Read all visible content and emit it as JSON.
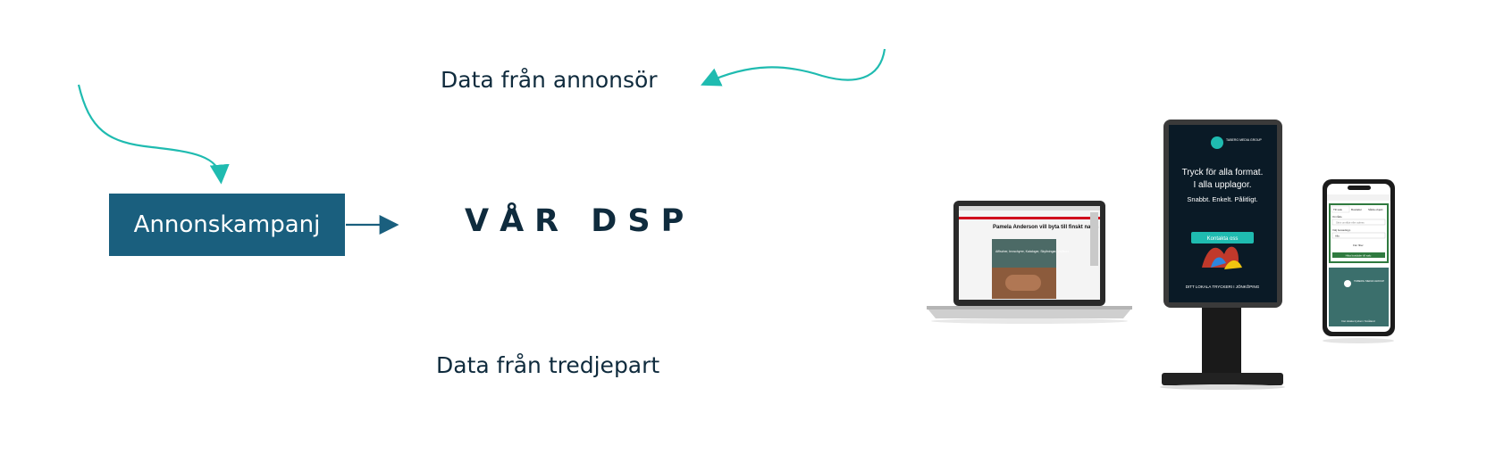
{
  "diagram": {
    "data_advertiser": "Data från annonsör",
    "data_thirdparty": "Data från tredjepart",
    "dsp_title": "VÅR DSP",
    "campaign_box": "Annonskampanj"
  },
  "laptop_screen": {
    "headline": "Pamela Anderson vill byta till finskt namn",
    "ad_text": "Affischer, broschyrer, Kataloger, Skyltningar, Visitkort"
  },
  "kiosk_screen": {
    "brand": "TABERG MEDIA GROUP",
    "headline_1": "Tryck för alla format.",
    "headline_2": "I alla upplagor.",
    "tagline": "Snabbt. Enkelt. Pålitligt.",
    "button": "Kontakta oss",
    "footer": "DITT LOKALA TRYCKERI I JÖNKÖPING"
  },
  "phone_screen": {
    "tab_1": "Till salu",
    "tab_2": "Bostäder",
    "tab_3": "Sålda objekt",
    "field_label_1": "Område",
    "field_placeholder": "Skriv område eller adress",
    "field_label_2": "Välj bostadstyp",
    "select_value": "Alla",
    "filter_label": "Fler filter",
    "search_button": "Hitta bostäder till salu",
    "brand": "TABERG MEDIA GROUP",
    "ad_text": "Det lokala trycket i Småland"
  },
  "colors": {
    "accent_teal": "#1fbbb0",
    "campaign_box": "#1a5f7e",
    "text_dark": "#0f2b3d"
  }
}
